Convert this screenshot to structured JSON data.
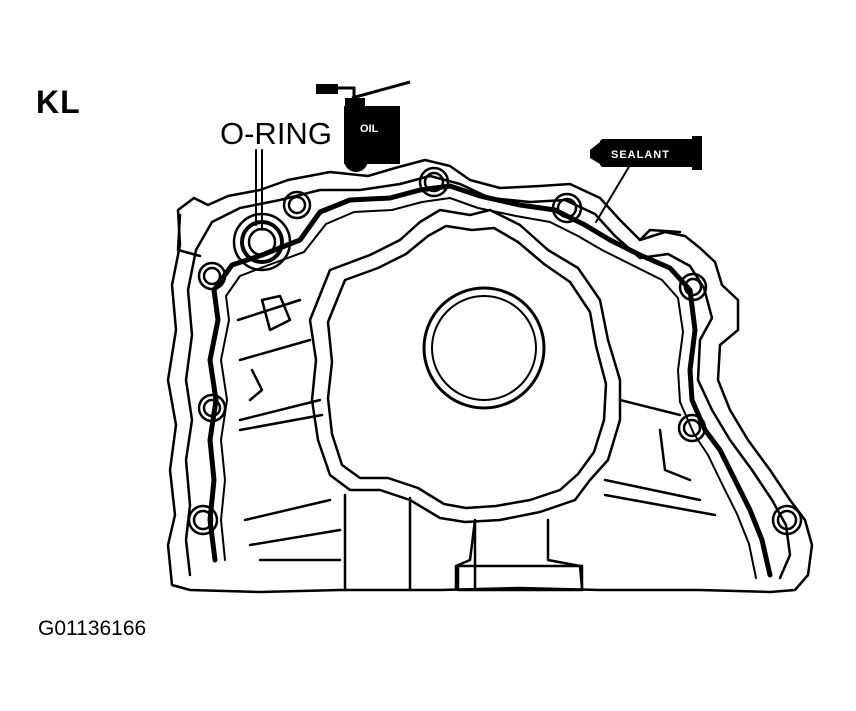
{
  "figure": {
    "engine_code": "KL",
    "figure_id": "G01136166"
  },
  "callouts": {
    "oring": "O-RING",
    "oil": "OIL",
    "sealant": "SEALANT"
  },
  "colors": {
    "ink": "#000000",
    "paper": "#ffffff"
  }
}
